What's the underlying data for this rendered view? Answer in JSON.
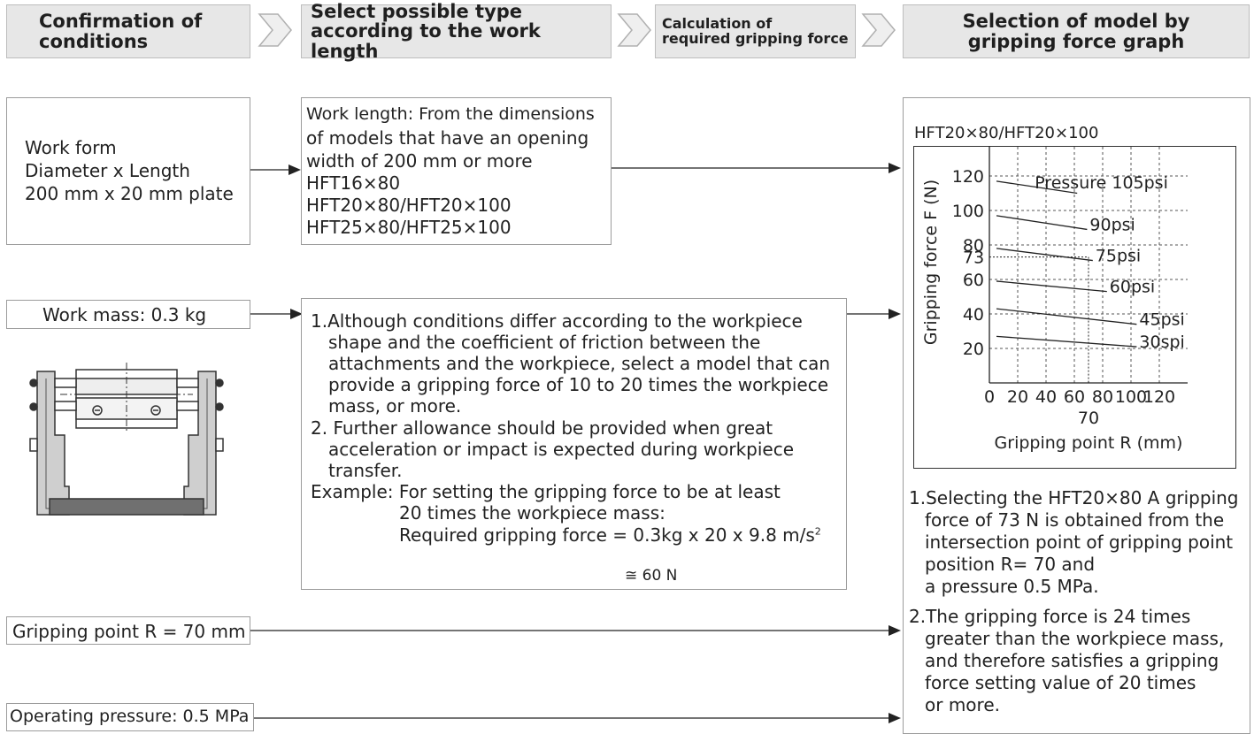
{
  "header": {
    "step1": [
      "Confirmation of",
      "conditions"
    ],
    "step2": [
      "Select possible type",
      "according to the work length"
    ],
    "step3": [
      "Calculation of",
      "required gripping force"
    ],
    "step4": [
      "Selection of model by",
      "gripping force graph"
    ]
  },
  "work_form": [
    "Work form",
    "Diameter x Length",
    "200 mm x 20 mm plate"
  ],
  "work_length": [
    "Work length: From the dimensions",
    "of models that have an opening",
    "width of 200 mm or more",
    "HFT16×80",
    "HFT20×80/HFT20×100",
    "HFT25×80/HFT25×100"
  ],
  "work_mass": "Work mass: 0.3 kg",
  "calc": {
    "item1": [
      "1.Although conditions differ according to the workpiece",
      "shape and the coefficient of friction between the",
      "attachments and the workpiece, select a model that can",
      "provide a gripping force of 10 to 20 times the workpiece",
      "mass, or more."
    ],
    "item2": [
      "2. Further allowance should be provided when great",
      "acceleration or impact is expected during workpiece",
      "transfer."
    ],
    "example": [
      "Example: For setting the gripping force to be at least",
      "20 times the workpiece mass:",
      "Required gripping force = 0.3kg x 20 x 9.8 m/s",
      "≅ 60 N"
    ],
    "superscript": "2"
  },
  "gripping_point": "Gripping point R = 70 mm",
  "operating_pressure": "Operating pressure: 0.5 MPa",
  "graph_title": "HFT20×80/HFT20×100",
  "chart_data": {
    "type": "line",
    "xlabel": "Gripping point R (mm)",
    "ylabel": "Gripping force  F (N)",
    "xlim": [
      0,
      140
    ],
    "ylim": [
      0,
      140
    ],
    "x_ticks": [
      "0",
      "20",
      "40",
      "60",
      "80",
      "100",
      "120"
    ],
    "y_ticks": [
      "20",
      "40",
      "60",
      "80",
      "100",
      "120"
    ],
    "grid": true,
    "series": [
      {
        "name": "Pressure 105psi",
        "x": [
          5,
          62
        ],
        "y": [
          117,
          110
        ]
      },
      {
        "name": "90psi",
        "x": [
          5,
          69
        ],
        "y": [
          97,
          89
        ]
      },
      {
        "name": "75psi",
        "x": [
          5,
          73
        ],
        "y": [
          78,
          71
        ]
      },
      {
        "name": "60psi",
        "x": [
          5,
          83
        ],
        "y": [
          59,
          53
        ]
      },
      {
        "name": "45psi",
        "x": [
          5,
          104
        ],
        "y": [
          43,
          34
        ]
      },
      {
        "name": "30spi",
        "x": [
          5,
          104
        ],
        "y": [
          27,
          21
        ]
      }
    ],
    "annotations": [
      {
        "text": "73",
        "axis": "y",
        "value": 73
      },
      {
        "text": "70",
        "axis": "x",
        "value": 70
      }
    ]
  },
  "conclusion": {
    "item1": [
      "1.Selecting the HFT20×80 A gripping",
      "force of 73 N is obtained from the",
      "intersection point of gripping point",
      "position R= 70 and",
      "a pressure 0.5 MPa."
    ],
    "item2": [
      "2.The gripping force is 24 times",
      "greater than the workpiece mass,",
      "and therefore satisfies a gripping",
      "force setting value of 20 times",
      "or more."
    ]
  }
}
